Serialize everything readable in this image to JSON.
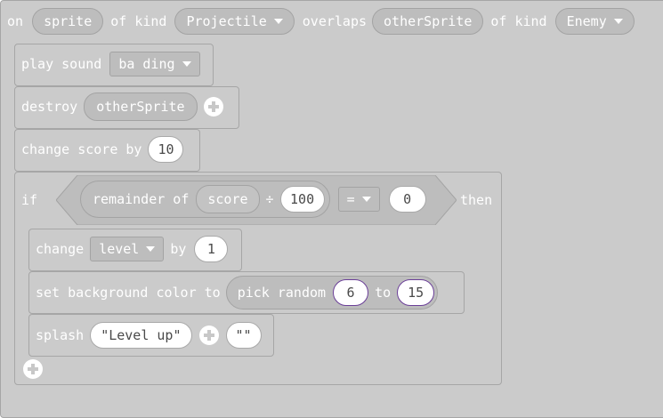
{
  "event": {
    "on": "on",
    "sprite_var": "sprite",
    "of_kind_1": "of kind",
    "kind_1": "Projectile",
    "overlaps": "overlaps",
    "other_var": "otherSprite",
    "of_kind_2": "of kind",
    "kind_2": "Enemy"
  },
  "play_sound": {
    "label": "play sound",
    "sound": "ba ding"
  },
  "destroy": {
    "label": "destroy",
    "target": "otherSprite"
  },
  "change_score": {
    "label": "change score by",
    "value": "10"
  },
  "if_block": {
    "if": "if",
    "remainder_of": "remainder of",
    "score_var": "score",
    "divide": "÷",
    "divisor": "100",
    "operator": "=",
    "compare_value": "0",
    "then": "then"
  },
  "change_level": {
    "change": "change",
    "var": "level",
    "by": "by",
    "value": "1"
  },
  "set_background": {
    "label": "set background color to",
    "pick_random": "pick random",
    "min": "6",
    "to": "to",
    "max": "15"
  },
  "splash": {
    "label": "splash",
    "text": "\"Level up\"",
    "text2": "\"\""
  },
  "colors": {
    "block_fill": "#cbcbcb",
    "block_border": "#a6a6a6",
    "reporter_fill": "#bdbdbd",
    "field_fill": "#ffffff",
    "random_outline": "#6b3f98"
  }
}
